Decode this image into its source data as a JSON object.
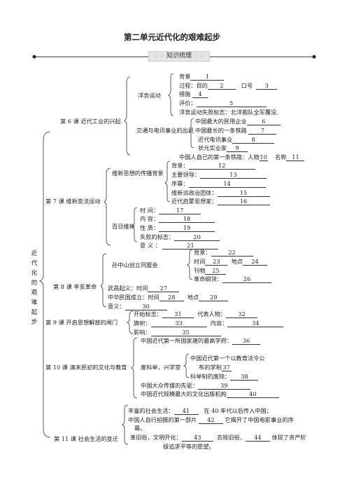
{
  "title": "第二单元近代化的艰难起步",
  "banner": "知识梳理",
  "vertical_title": [
    "近",
    "代",
    "化",
    "的",
    "艰",
    "难",
    "起",
    "步"
  ],
  "lessons": {
    "l6": "第 6 课  近代工业的兴起",
    "l7": "第 7 课  维新变法运动",
    "l8": "第 8 课    辛亥革命",
    "l9": "第 9 课  开启思想解放的闸门",
    "l10": "第 10 课  清末民初的文化与教育",
    "l11": "第 11 课  社会生活的变迁"
  },
  "l6": {
    "yangwu": "洋务运动",
    "bg": "背景",
    "n1": "1",
    "guocheng": "过程：目的",
    "n2": "2",
    "kouhao": "口号",
    "n3": "3",
    "cuoshi": "措施",
    "n4": "4",
    "pingjia": "评价：",
    "n5": "5",
    "shibai": "洋务运动失败标志：北洋舰队全军覆没.",
    "jiaotong": "交通与电讯事业的出现",
    "minyong": "中国最大的民用企业",
    "n6": "6",
    "tielu": "中国最长的一条铁路",
    "n7": "7",
    "dianxun": "近代电讯事业",
    "n8": "8",
    "zhuangyuan": "状元实业家",
    "n9": "9",
    "zizhi": "中国人自己的第一条铁路：人物",
    "n10": "10",
    "mingcheng": "名称",
    "n11": "11"
  },
  "l7": {
    "chuanbo": "维新思想的传播背景",
    "bg": "背景：",
    "n12": "12",
    "zhuling": "主要领导：",
    "n13": "13",
    "shuji": "序幕：",
    "n14": "14",
    "tuanti": "维新派政治团体：",
    "n15": "15",
    "qimeng": "近代启蒙思想家：",
    "n16": "16",
    "bairi": "百日维新",
    "shijian": "时  间：",
    "n17": "17",
    "neirong": "内  容：",
    "n18": "18",
    "xingzhi": "性  质：",
    "n19": "19",
    "shibai": "失败的标志：",
    "n20": "20",
    "yiyi": "意  义 ：",
    "n21": "21"
  },
  "l8": {
    "tongmeng": "孙中山创立同盟会",
    "bg": "背景：",
    "n22": "22",
    "shijian": "时间",
    "n23": "23",
    "didian": "地点",
    "n24": "24",
    "kanwu": "刊物",
    "n25": "25",
    "gangling": "革命纲领：",
    "n26": "26",
    "wuchang": "武昌起义：时间",
    "n27": "27",
    "minguo": "中华民国成立：时间",
    "n28": "28",
    "didian2": "地点",
    "n29": "29",
    "yiyi": "意义：",
    "n30": "30"
  },
  "l9": {
    "kaishi": "开始标志：",
    "n31": "31",
    "renwu": "代表人物：",
    "n32": "32",
    "qihao": "旗帜：",
    "n33": "33",
    "neirong": "内容：",
    "n34": "34",
    "yingxiang": "影响：",
    "n35": "35"
  },
  "l10": {
    "xuefu": "中国近代第一所国家建的最高学府：",
    "n36": "36",
    "feikeju": "废科举，兴学堂",
    "xuezhi1": "中国近代第一个以教育法令公",
    "xuezhi2": "布的学制",
    "n37": "37",
    "keju": "科举制的废除：",
    "n38": "38",
    "chuanmei": "中国大众传媒的先驱：",
    "n39": "39",
    "chuban": "中国近代规模最大的文化出版机构",
    "n40": "40"
  },
  "l11": {
    "fengfu": "丰富的社会生活：",
    "n41": "41",
    "niandai": "在 40 年代以后传入中国；",
    "dianying1": "中国人自行拍摄的第一部片",
    "n42": "42",
    "dianying2": "它揭开了中国电影事业的序",
    "dianying3": "幕。",
    "bianjiu": "革旧俗，文明开化：",
    "n43": "43",
    "chujiu": "去除旧俗，",
    "n44": "44",
    "tixian": "体现了资产阶",
    "jieji": "级追求平等的愿望。"
  }
}
